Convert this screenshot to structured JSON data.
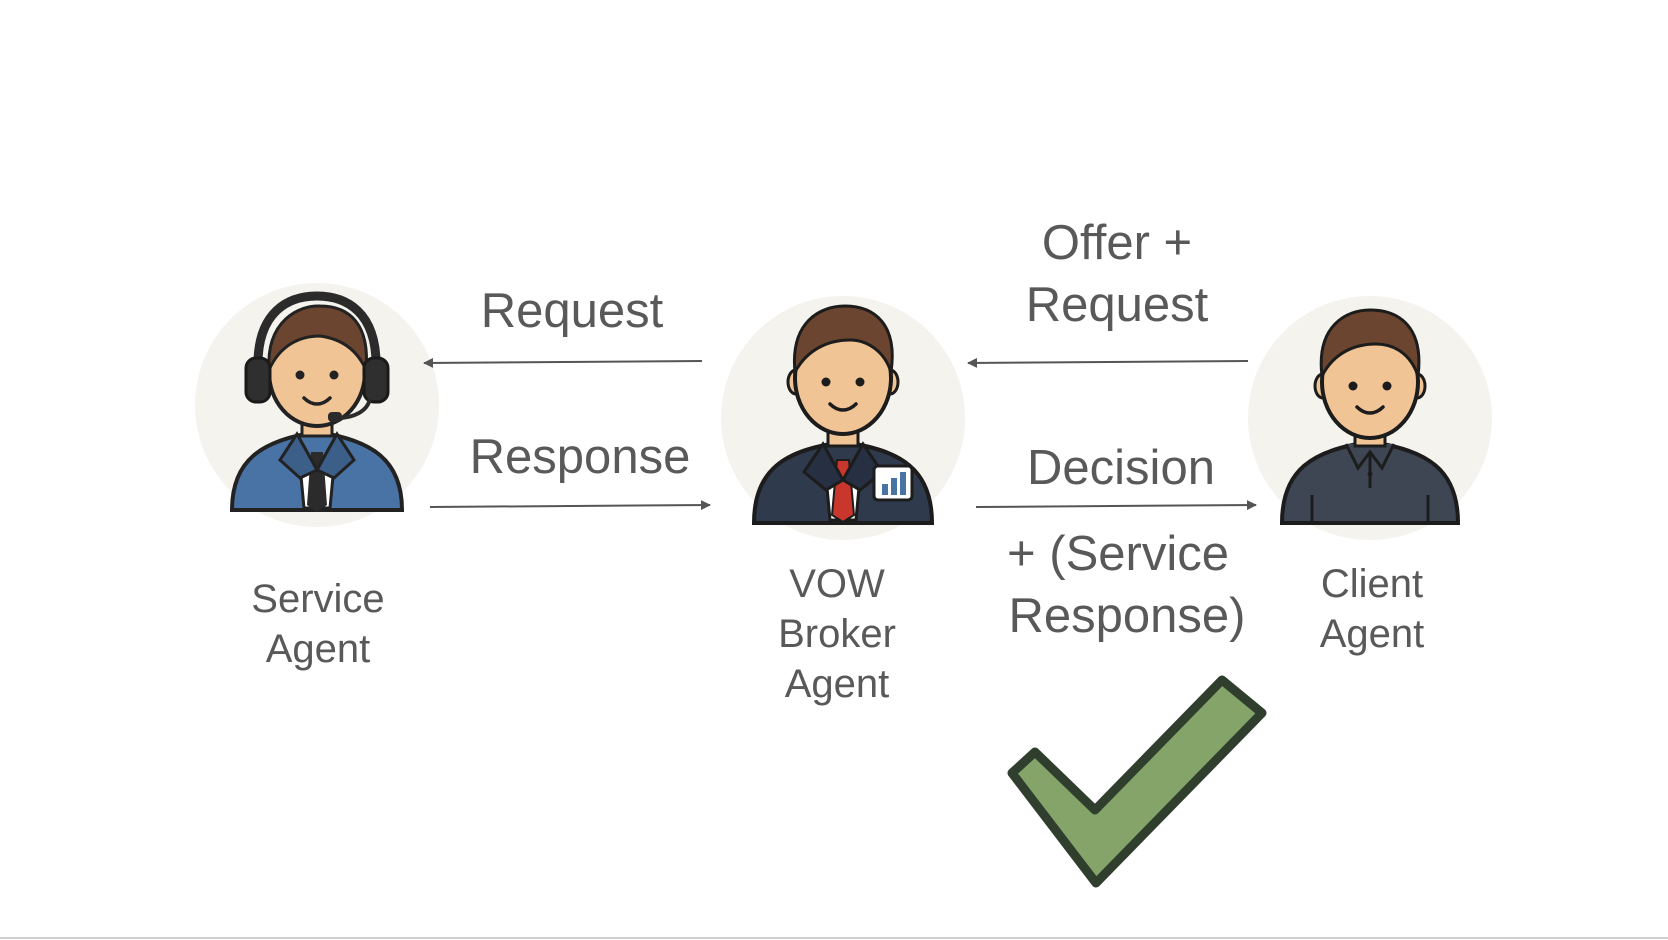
{
  "agents": {
    "service": {
      "name_line1": "Service",
      "name_line2": "Agent",
      "icon": "headset-agent-icon"
    },
    "broker": {
      "name_line1": "VOW",
      "name_line2": "Broker",
      "name_line3": "Agent",
      "icon": "broker-agent-icon"
    },
    "client": {
      "name_line1": "Client",
      "name_line2": "Agent",
      "icon": "client-agent-icon"
    }
  },
  "flows": {
    "request": {
      "label": "Request"
    },
    "response": {
      "label": "Response"
    },
    "offer_request": {
      "label_line1": "Offer +",
      "label_line2": "Request"
    },
    "decision": {
      "label_line1": "Decision",
      "label_line2": "+ (Service",
      "label_line3": "Response)"
    }
  },
  "check_icon": "checkmark-icon",
  "colors": {
    "text": "#595959",
    "arrow": "#555555",
    "avatar_bg": "#f5f3ee",
    "check_fill": "#84a46a",
    "check_stroke": "#2f3e2d",
    "skin": "#f1c496",
    "hair": "#6b4530",
    "service_suit": "#4a73a5",
    "broker_suit": "#2f3a4c",
    "broker_tie": "#c9372c",
    "client_shirt": "#3e4654"
  }
}
